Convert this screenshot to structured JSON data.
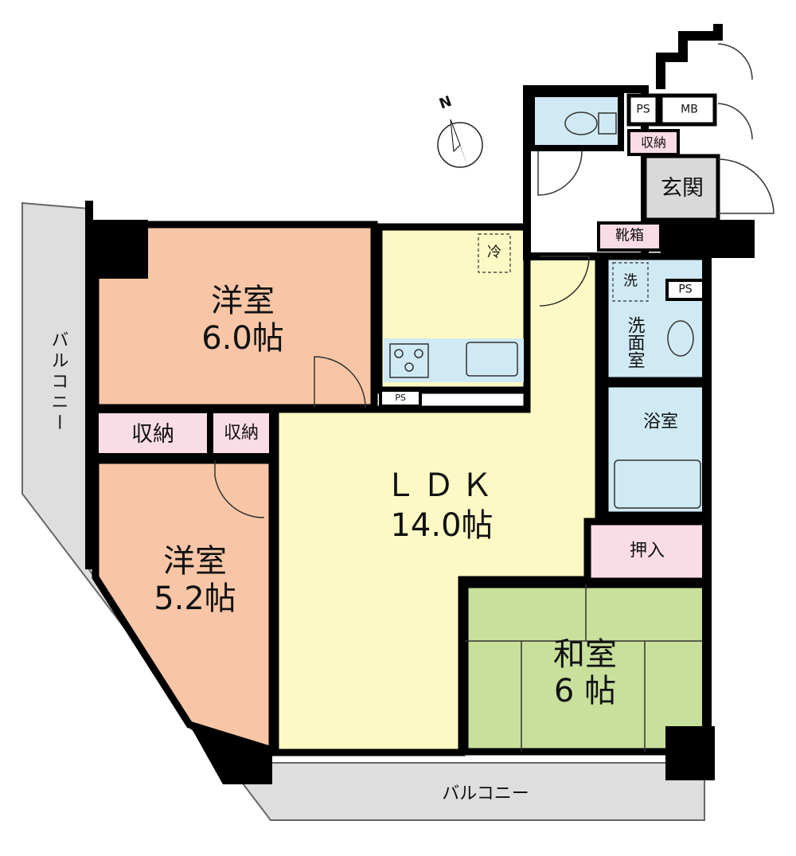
{
  "colors": {
    "western_room": "#f8c6a6",
    "ldk": "#fdf9c4",
    "wet_area": "#cfeaf4",
    "storage": "#fadce7",
    "japanese_room": "#c8e09c",
    "entrance": "#d9d9d9",
    "balcony": "#dedede",
    "wall": "#000000"
  },
  "compass": {
    "label": "N",
    "icon": "north-arrow-icon"
  },
  "rooms": {
    "western1": {
      "name": "洋室",
      "size": "6.0帖"
    },
    "western2": {
      "name": "洋室",
      "size": "5.2帖"
    },
    "ldk": {
      "name": "ＬＤＫ",
      "size": "14.0帖"
    },
    "japanese": {
      "name": "和室",
      "size": "6 帖"
    },
    "storage1": "収納",
    "storage2": "収納",
    "storage3": "収納",
    "oshiire": "押入",
    "shoebox": "靴箱",
    "entrance": "玄関",
    "washroom": "洗面室",
    "bath": "浴室",
    "fridge": "冷",
    "washer": "洗",
    "ps1": "PS",
    "ps2": "PS",
    "ps3": "PS",
    "mb": "MB",
    "balcony_left": "バルコニー",
    "balcony_bottom": "バルコニー"
  }
}
